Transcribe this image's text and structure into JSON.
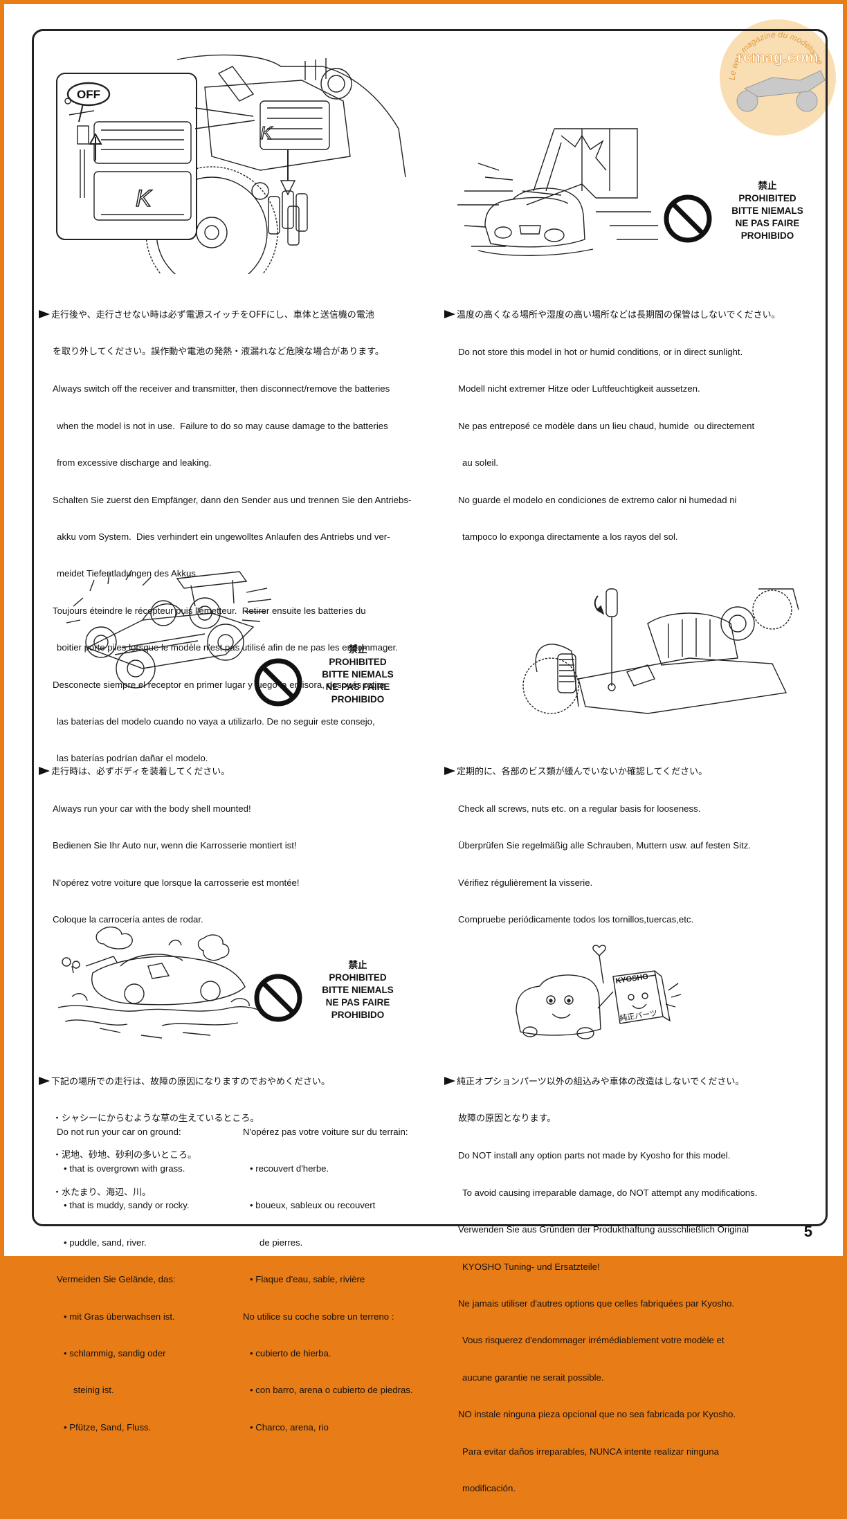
{
  "page_number": "5",
  "watermark": {
    "brand": "rcmag.com",
    "tagline": "Le web magazine du modélisme"
  },
  "illustration_labels": {
    "switch_off": "OFF",
    "chassis_logo": "K",
    "box_brand": "KYOSHO",
    "box_label": "純正パーツ"
  },
  "prohibited": [
    "禁止",
    "PROHIBITED",
    "BITTE NIEMALS",
    "NE PAS FAIRE",
    "PROHIBIDO"
  ],
  "sections": {
    "s1": {
      "lines": [
        "走行後や、走行させない時は必ず電源スイッチをOFFにし、車体と送信機の電池",
        "を取り外してください。誤作動や電池の発熱・液漏れなど危険な場合があります。",
        "Always switch off the receiver and transmitter, then disconnect/remove the batteries",
        "when the model is not in use.  Failure to do so may cause damage to the batteries",
        "from excessive discharge and leaking.",
        "Schalten Sie zuerst den Empfänger, dann den Sender aus und trennen Sie den Antriebs-",
        "akku vom System.  Dies verhindert ein ungewolltes Anlaufen des Antriebs und ver-",
        "meidet Tiefentladungen des Akkus.",
        "Toujours éteindre le récepteur puis l'émetteur.  Retirer ensuite les batteries du",
        "boitier porte piles lorsque le modèle n'est pas utilisé afin de ne pas les endommager.",
        "Desconecte siempre el receptor en primer lugar y luego la emisora, después retire",
        "las baterías del modelo cuando no vaya a utilizarlo. De no seguir este consejo,",
        "las baterías podrían dañar el modelo."
      ]
    },
    "s2": {
      "lines": [
        "温度の高くなる場所や湿度の高い場所などは長期間の保管はしないでください。",
        "Do not store this model in hot or humid conditions, or in direct sunlight.",
        "Modell nicht extremer Hitze oder Luftfeuchtigkeit aussetzen.",
        "Ne pas entreposé ce modèle dans un lieu chaud, humide  ou directement",
        "au soleil.",
        "No guarde el modelo en condiciones de extremo calor ni humedad ni",
        "tampoco lo exponga directamente a los rayos del sol."
      ]
    },
    "s3": {
      "lines": [
        "走行時は、必ずボディを装着してください。",
        "Always run your car with the body shell mounted!",
        "Bedienen Sie Ihr Auto nur, wenn die Karrosserie montiert ist!",
        "N'opérez votre voiture que lorsque la carrosserie est montée!",
        "Coloque la carrocería antes de rodar."
      ]
    },
    "s4": {
      "lines": [
        "定期的に、各部のビス類が緩んでいないか確認してください。",
        "Check all screws, nuts etc. on a regular basis for looseness.",
        "Überprüfen Sie regelmäßig alle Schrauben, Muttern usw. auf festen Sitz.",
        "Vérifiez régulièrement la visserie.",
        "Compruebe periódicamente todos los tornillos,tuercas,etc."
      ]
    },
    "s5": {
      "jp": [
        "下記の場所での走行は、故障の原因になりますのでおやめください。",
        "・シャシーにからむような草の生えているところ。",
        "・泥地、砂地、砂利の多いところ。",
        "・水たまり、海辺、川。"
      ],
      "col_left": [
        "Do not run your car on ground:",
        "• that is overgrown with grass.",
        "• that is muddy, sandy or rocky.",
        "• puddle, sand, river.",
        "Vermeiden Sie Gelände, das:",
        "• mit Gras überwachsen ist.",
        "• schlammig, sandig oder",
        "steinig ist.",
        "• Pfütze, Sand, Fluss."
      ],
      "col_right": [
        "N'opérez pas votre voiture sur du terrain:",
        "• recouvert d'herbe.",
        "• boueux, sableux ou recouvert",
        "de pierres.",
        "• Flaque d'eau, sable, rivière",
        "No utilice su coche sobre un terreno :",
        "• cubierto de hierba.",
        "• con barro, arena o cubierto de piedras.",
        "• Charco, arena, rio"
      ]
    },
    "s6": {
      "lines": [
        "純正オプションパーツ以外の組込みや車体の改造はしないでください。",
        "故障の原因となります。",
        "Do NOT install any option parts not made by Kyosho for this model.",
        "To avoid causing irreparable damage, do NOT attempt any modifications.",
        "Verwenden Sie aus Gründen der Produkthaftung ausschließlich Original",
        "KYOSHO Tuning- und Ersatzteile!",
        "Ne jamais utiliser d'autres options que celles fabriquées par Kyosho.",
        "Vous risquerez d'endommager irrémédiablement votre modèle et",
        "aucune garantie ne serait possible.",
        "NO instale ninguna pieza opcional que no sea fabricada por Kyosho.",
        "Para evitar daños irreparables, NUNCA intente realizar ninguna",
        "modificación."
      ]
    }
  }
}
